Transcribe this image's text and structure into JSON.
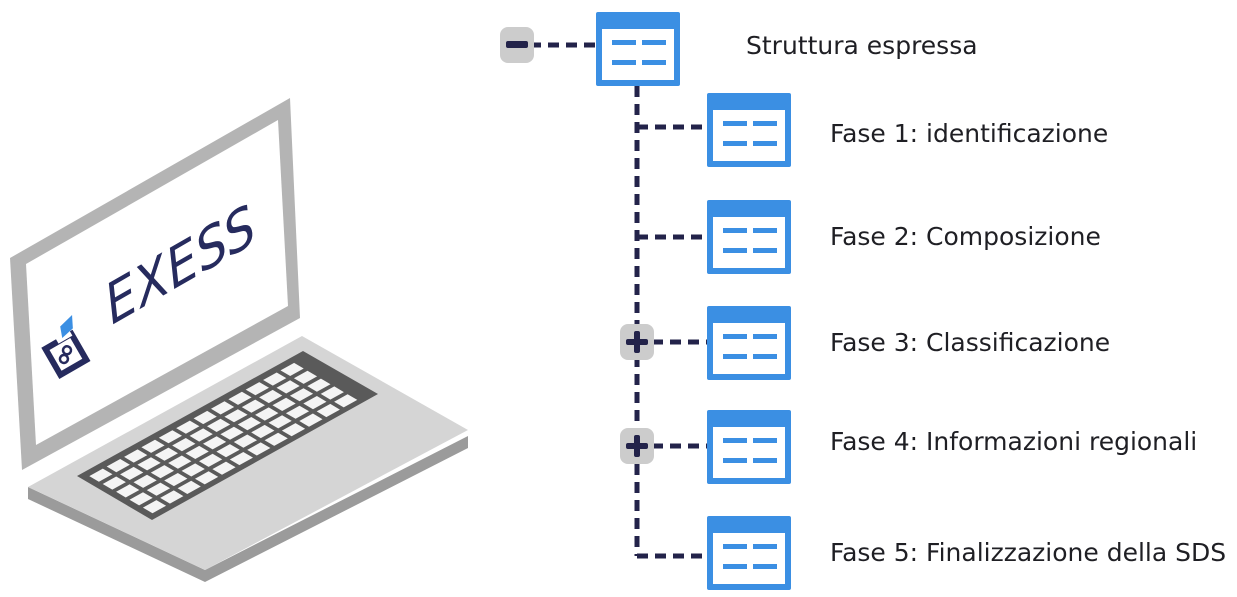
{
  "logo": {
    "brand": "EXESS"
  },
  "tree": {
    "root": {
      "label": "Struttura espressa",
      "toggle": "minus"
    },
    "children": [
      {
        "label": "Fase 1: identificazione",
        "toggle": "none"
      },
      {
        "label": "Fase 2: Composizione",
        "toggle": "none"
      },
      {
        "label": "Fase 3: Classificazione",
        "toggle": "plus"
      },
      {
        "label": "Fase 4: Informazioni regionali",
        "toggle": "plus"
      },
      {
        "label": "Fase 5: Finalizzazione della SDS",
        "toggle": "none"
      }
    ]
  },
  "colors": {
    "node_blue": "#3b8fe3",
    "connector": "#23234a",
    "toggle_bg": "#cccccc",
    "logo_navy": "#262b5e"
  }
}
